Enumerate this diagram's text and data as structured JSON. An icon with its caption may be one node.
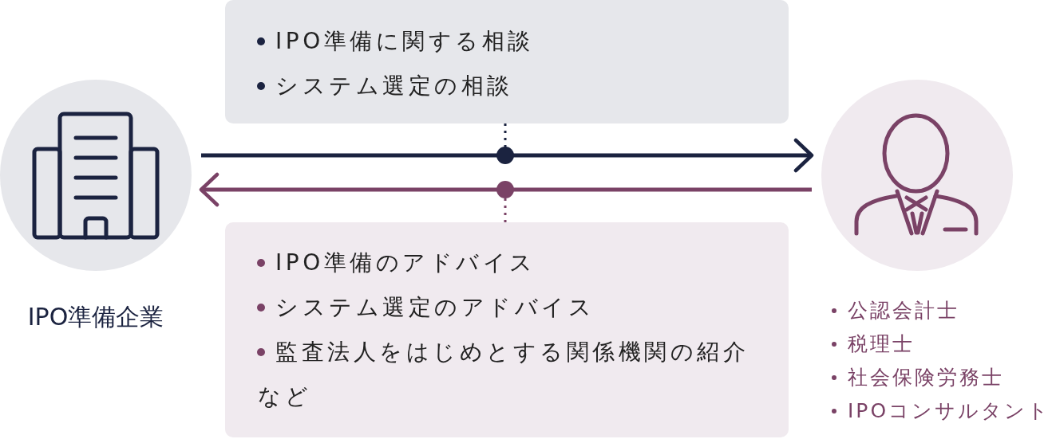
{
  "diagram": {
    "nodes": [
      {
        "text": [
          "IPO準備企業"
        ]
      },
      {
        "text": [
          "IPO準備に関する相談",
          "システム選定の相談"
        ]
      },
      {
        "text": [
          "IPO準備のアドバイス",
          "システム選定のアドバイス",
          "監査法人をはじめとする関係機関の紹介",
          "など"
        ]
      },
      {
        "text": [
          "公認会計士",
          "税理士",
          "社会保険労務士",
          "IPOコンサルタント"
        ]
      }
    ],
    "edges": [
      {
        "from": 0,
        "to": 3,
        "arrow": "to",
        "color": "#1b2340"
      },
      {
        "from": 3,
        "to": 0,
        "arrow": "to",
        "color": "#7a4266"
      },
      {
        "from": 1,
        "to": null,
        "arrow": "other",
        "style": "dashed",
        "color": "#1b2340"
      },
      {
        "from": 2,
        "to": null,
        "arrow": "other",
        "style": "dashed",
        "color": "#7a4266"
      }
    ]
  }
}
